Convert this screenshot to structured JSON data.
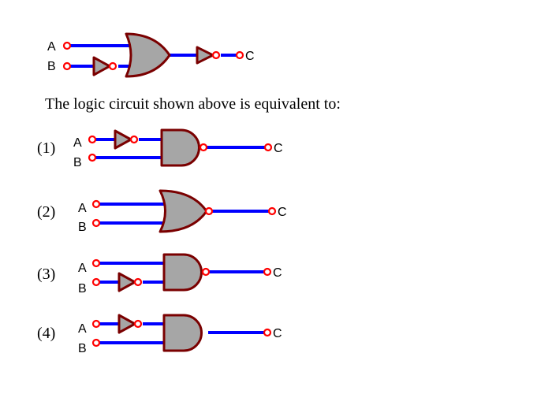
{
  "question": "The logic circuit shown above is equivalent to:",
  "labels": {
    "a": "A",
    "b": "B",
    "c": "C"
  },
  "options": [
    {
      "number": "(1)",
      "gate": "AND",
      "inverted_input": "A"
    },
    {
      "number": "(2)",
      "gate": "OR",
      "inverted_input": "none"
    },
    {
      "number": "(3)",
      "gate": "AND",
      "inverted_input": "B"
    },
    {
      "number": "(4)",
      "gate": "AND",
      "inverted_input": "A"
    }
  ],
  "main_circuit": {
    "gate": "OR",
    "inverted_input": "B",
    "inverted_output": true
  },
  "colors": {
    "wire": "#0000ff",
    "gate_fill": "#a6a6a6",
    "gate_stroke": "#7a0000",
    "terminal": "#ff0000",
    "text": "#000000"
  }
}
